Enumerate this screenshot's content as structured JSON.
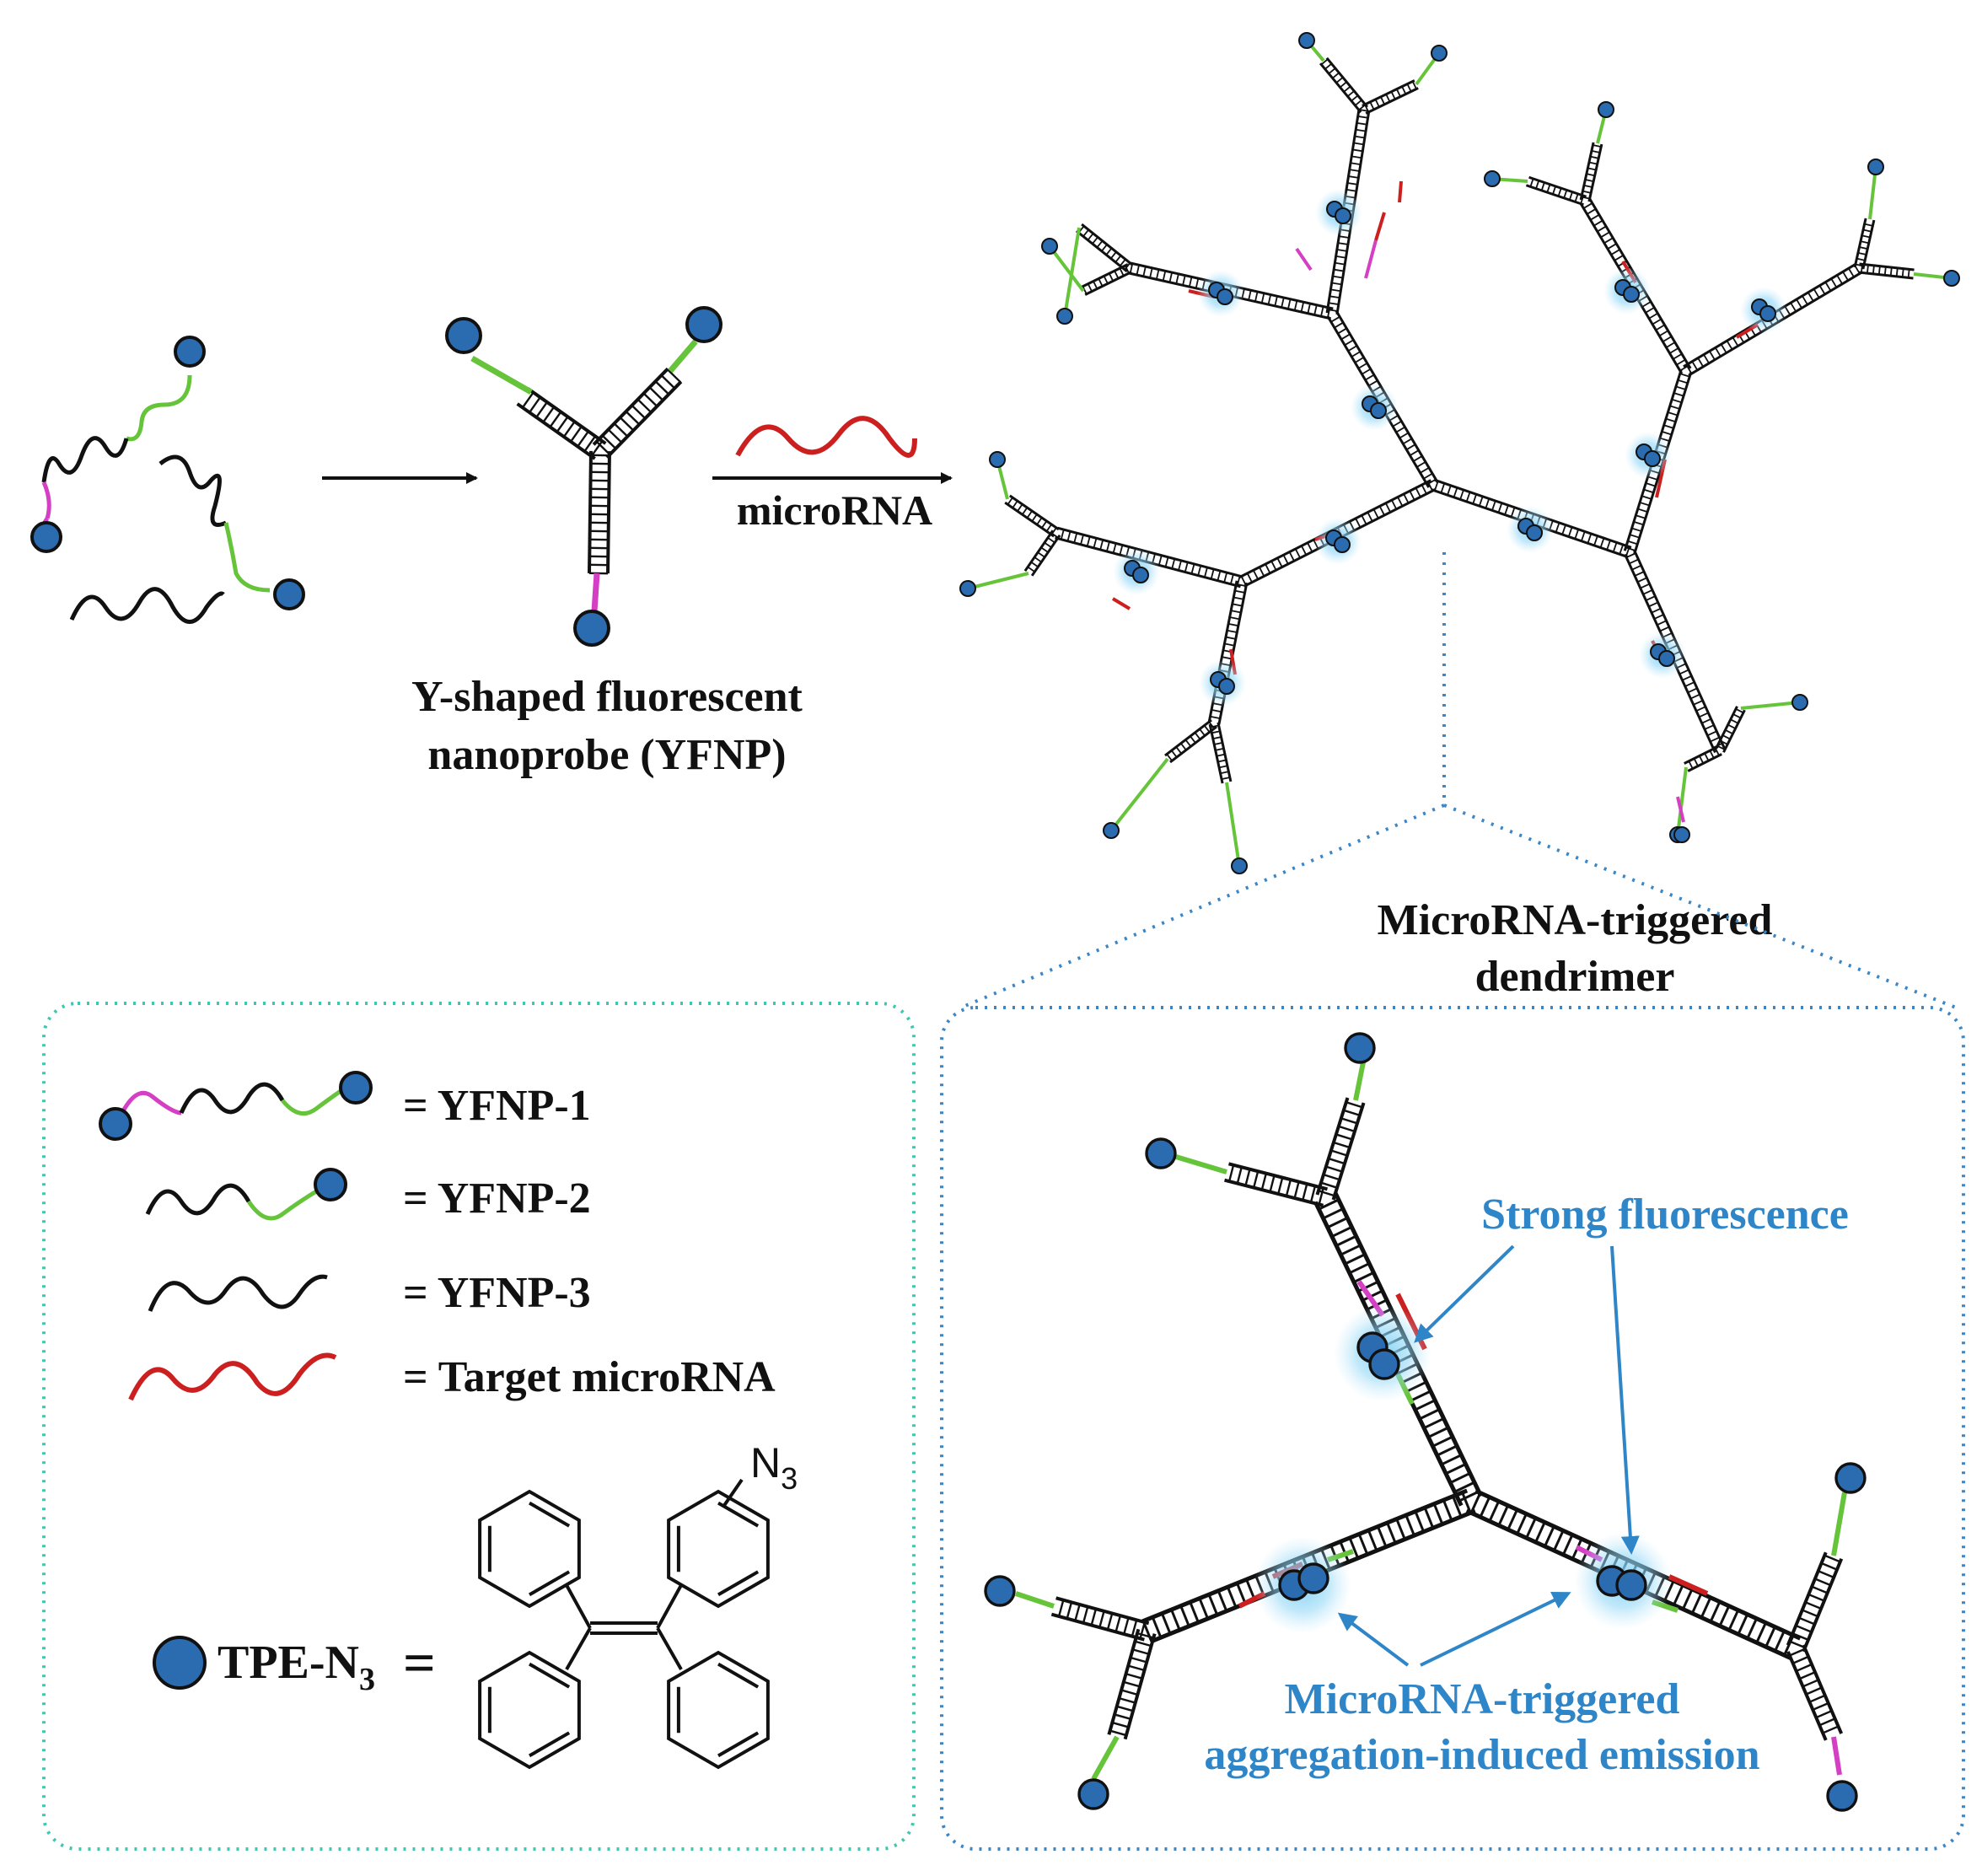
{
  "labels": {
    "yfnp_title_line1": "Y-shaped fluorescent",
    "yfnp_title_line2": "nanoprobe (YFNP)",
    "arrow_label": "microRNA",
    "dendrimer_line1": "MicroRNA-triggered",
    "dendrimer_line2": "dendrimer",
    "strong_fluorescence": "Strong fluorescence",
    "aie_line1": "MicroRNA-triggered",
    "aie_line2": "aggregation-induced emission"
  },
  "legend": [
    {
      "symbol": "yfnp-1-strand",
      "text": "= YFNP-1"
    },
    {
      "symbol": "yfnp-2-strand",
      "text": "= YFNP-2"
    },
    {
      "symbol": "yfnp-3-strand",
      "text": "= YFNP-3"
    },
    {
      "symbol": "target-mirna-strand",
      "text": "= Target microRNA"
    }
  ],
  "tpe": {
    "label_main": "TPE-N",
    "label_sub": "3",
    "equals": "=",
    "azide_main": "N",
    "azide_sub": "3"
  },
  "colors": {
    "dye": "#2b6cb0",
    "glow": "#7fd0f5",
    "green_segment": "#66c43a",
    "magenta_segment": "#d43fc4",
    "mirna": "#cc1f1f",
    "legend_box_border": "#3cc7b0",
    "zoom_box_border": "#3a86c6",
    "annotation": "#2e86c8"
  }
}
